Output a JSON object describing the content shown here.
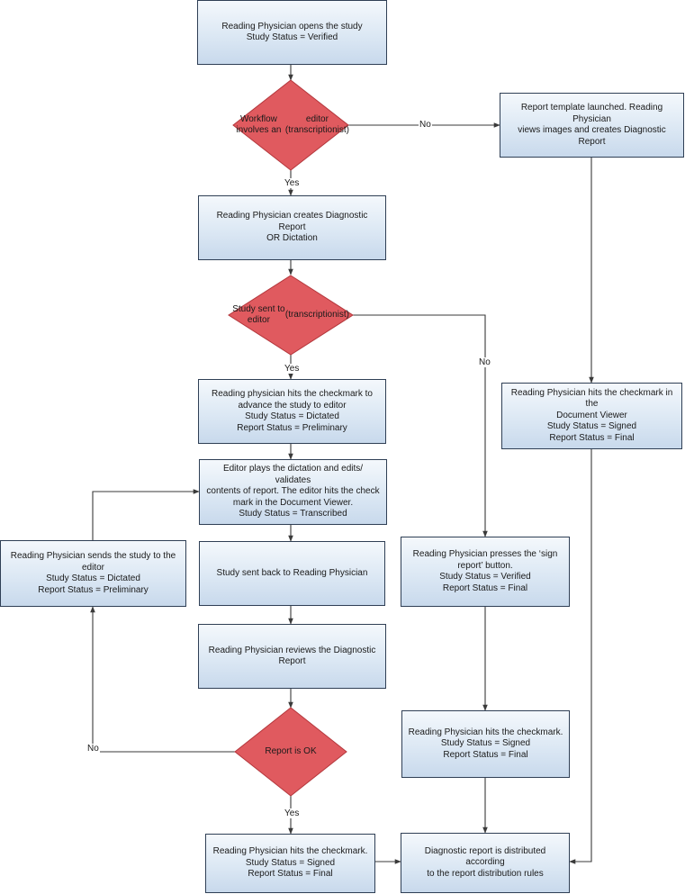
{
  "nodes": {
    "opens_study": [
      "Reading Physician opens the study",
      "Study Status = Verified"
    ],
    "workflow_editor": [
      "Workflow involves an",
      "editor (transcriptionist)"
    ],
    "template_launched": [
      "Report template launched. Reading Physician",
      "views images and creates Diagnostic Report"
    ],
    "creates_report": [
      "Reading Physician creates Diagnostic Report",
      "OR Dictation"
    ],
    "sent_to_editor": [
      "Study sent to editor",
      "(transcriptionist)"
    ],
    "hits_checkmark_advance": [
      "Reading physician hits the checkmark to",
      "advance the study to editor",
      "Study Status = Dictated",
      "Report Status = Preliminary"
    ],
    "checkmark_doc_viewer": [
      "Reading Physician hits the checkmark in the",
      "Document Viewer",
      "Study Status = Signed",
      "Report Status = Final"
    ],
    "editor_plays": [
      "Editor plays the dictation and edits/ validates",
      "contents of report. The editor hits the check",
      "mark in the Document Viewer.",
      "Study Status = Transcribed"
    ],
    "sends_to_editor": [
      "Reading Physician sends the study to the",
      "editor",
      "Study Status = Dictated",
      "Report Status = Preliminary"
    ],
    "sent_back": [
      "Study sent back to Reading Physician"
    ],
    "presses_sign": [
      "Reading Physician presses the ‘sign",
      "report’ button.",
      "Study Status = Verified",
      "Report Status = Final"
    ],
    "reviews_report": [
      "Reading Physician reviews the Diagnostic",
      "Report"
    ],
    "hits_checkmark_right": [
      "Reading Physician hits the checkmark.",
      "Study Status = Signed",
      "Report Status = Final"
    ],
    "report_ok": [
      "Report is OK"
    ],
    "hits_checkmark_bottom": [
      "Reading Physician hits the checkmark.",
      "Study Status = Signed",
      "Report Status = Final"
    ],
    "distributed": [
      "Diagnostic report is distributed according",
      "to the report distribution rules"
    ]
  },
  "edge_labels": {
    "no_workflow": "No",
    "yes_workflow": "Yes",
    "yes_sent": "Yes",
    "no_sent": "No",
    "no_report": "No",
    "yes_report": "Yes"
  },
  "colors": {
    "box_border": "#2f3f55",
    "box_fill_top": "#f4f8fc",
    "box_fill_bottom": "#c8d9ec",
    "diamond_fill": "#e05a5f",
    "diamond_border": "#b3373c",
    "line": "#3a3a3a"
  }
}
